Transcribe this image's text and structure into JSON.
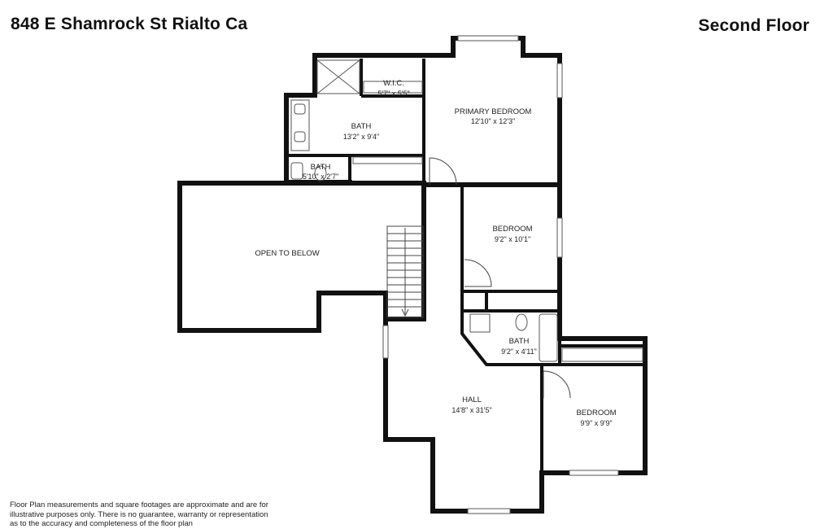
{
  "header": {
    "address": "848 E Shamrock St Rialto Ca",
    "floor_label": "Second Floor"
  },
  "rooms": {
    "wic": {
      "name": "W.I.C.",
      "dims": "5'7\" x 5'5\""
    },
    "primary_bedroom": {
      "name": "PRIMARY BEDROOM",
      "dims": "12'10\" x 12'3\""
    },
    "bath_main": {
      "name": "BATH",
      "dims": "13'2\" x 9'4\""
    },
    "bath_small": {
      "name": "BATH",
      "dims": "5'10\" x 2'7\""
    },
    "open_to_below": {
      "name": "OPEN TO BELOW"
    },
    "bedroom_1": {
      "name": "BEDROOM",
      "dims": "9'2\" x 10'1\""
    },
    "bath_hall": {
      "name": "BATH",
      "dims": "9'2\" x 4'11\""
    },
    "hall": {
      "name": "HALL",
      "dims": "14'8\" x 31'5\""
    },
    "bedroom_2": {
      "name": "BEDROOM",
      "dims": "9'9\" x 9'9\""
    }
  },
  "disclaimer": {
    "line1": "Floor Plan measurements and square footages are approximate and are for",
    "line2": "illustrative purposes only. There is no guarantee, warranty or representation",
    "line3": "as to the accuracy and completeness of the floor plan"
  }
}
